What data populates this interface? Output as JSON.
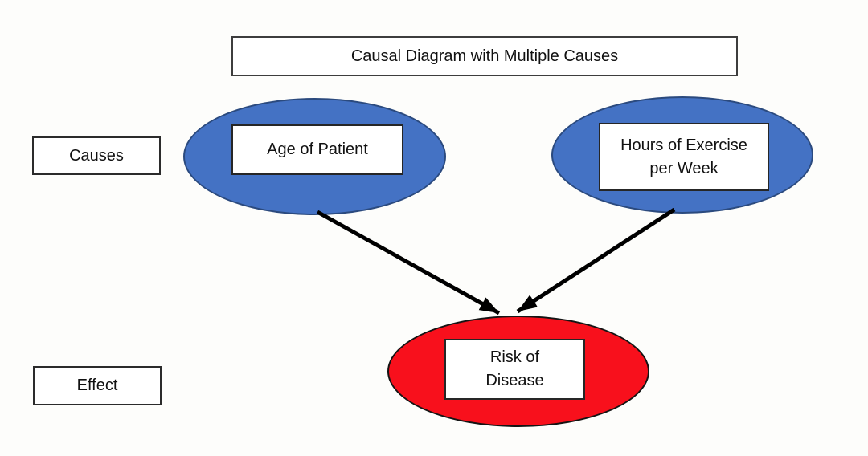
{
  "title": "Causal Diagram with Multiple Causes",
  "side_labels": {
    "causes": "Causes",
    "effect": "Effect"
  },
  "nodes": {
    "age": {
      "label": "Age of Patient",
      "role": "cause"
    },
    "exercise": {
      "label": "Hours of Exercise\nper Week",
      "role": "cause"
    },
    "risk": {
      "label": "Risk of\nDisease",
      "role": "effect"
    }
  },
  "edges": [
    {
      "from": "age",
      "to": "risk"
    },
    {
      "from": "exercise",
      "to": "risk"
    }
  ],
  "colors": {
    "cause_fill": "#4472C4",
    "cause_border": "#2B4A7E",
    "effect_fill": "#F8101C",
    "effect_border": "#141414",
    "arrow": "#000000",
    "background": "#FDFDFB"
  }
}
